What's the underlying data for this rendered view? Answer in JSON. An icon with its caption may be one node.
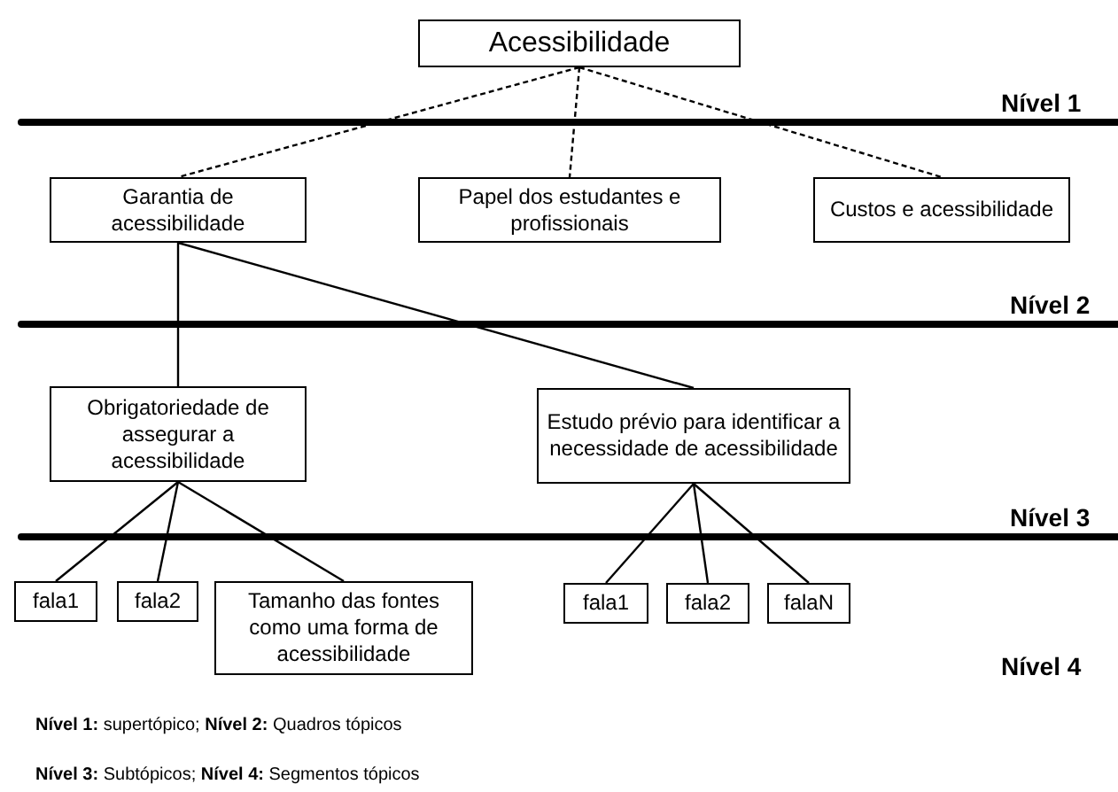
{
  "diagram": {
    "nodes": [
      {
        "text": [
          "Acessibilidade"
        ]
      },
      {
        "text": [
          "Garantia de acessibilidade"
        ]
      },
      {
        "text": [
          "Papel dos estudantes e profissionais"
        ]
      },
      {
        "text": [
          "Custos e acessibilidade"
        ]
      },
      {
        "text": [
          "Obrigatoriedade de assegurar a acessibilidade"
        ]
      },
      {
        "text": [
          "Estudo prévio para identificar a necessidade de acessibilidade"
        ]
      },
      {
        "text": [
          "fala1"
        ]
      },
      {
        "text": [
          "fala2"
        ]
      },
      {
        "text": [
          "Tamanho das fontes como uma forma de acessibilidade"
        ]
      },
      {
        "text": [
          "fala1"
        ]
      },
      {
        "text": [
          "fala2"
        ]
      },
      {
        "text": [
          "falaN"
        ]
      }
    ],
    "edges": [
      {
        "from": 0,
        "to": 1,
        "arrow": "none",
        "style": "dashed"
      },
      {
        "from": 0,
        "to": 2,
        "arrow": "none",
        "style": "dashed"
      },
      {
        "from": 0,
        "to": 3,
        "arrow": "none",
        "style": "dashed"
      },
      {
        "from": 1,
        "to": 4,
        "arrow": "none"
      },
      {
        "from": 1,
        "to": 5,
        "arrow": "none"
      },
      {
        "from": 4,
        "to": 6,
        "arrow": "none"
      },
      {
        "from": 4,
        "to": 7,
        "arrow": "none"
      },
      {
        "from": 4,
        "to": 8,
        "arrow": "none"
      },
      {
        "from": 5,
        "to": 9,
        "arrow": "none"
      },
      {
        "from": 5,
        "to": 10,
        "arrow": "none"
      },
      {
        "from": 5,
        "to": 11,
        "arrow": "none"
      }
    ],
    "labels": [
      "Nível 1",
      "Nível 2",
      "Nível 3",
      "Nível 4",
      "**Nível 1:** supertópico; **Nível 2:** Quadros tópicos",
      "**Nível 3:** Subtópicos; **Nível 4:** Segmentos tópicos"
    ]
  }
}
